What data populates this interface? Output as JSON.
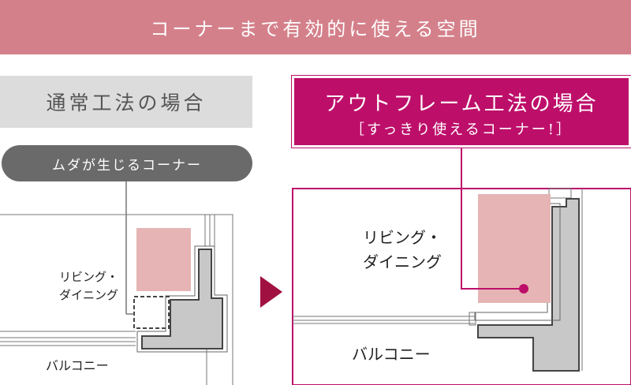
{
  "banner": {
    "text": "コーナーまで有効的に使える空間"
  },
  "left_panel": {
    "title": "通常工法の場合",
    "callout": "ムダが生じるコーナー",
    "room_label_line1": "リビング・",
    "room_label_line2": "ダイニング",
    "balcony_label": "バルコニー"
  },
  "right_panel": {
    "title": "アウトフレーム工法の場合",
    "subtitle": "［すっきり使えるコーナー!］",
    "room_label_line1": "リビング・",
    "room_label_line2": "ダイニング",
    "balcony_label": "バルコニー"
  },
  "colors": {
    "banner": "#d4808a",
    "accent": "#bd0f6a",
    "arrow": "#a01040",
    "furniture": "#e6b4b4",
    "column": "#c8c8c8"
  }
}
